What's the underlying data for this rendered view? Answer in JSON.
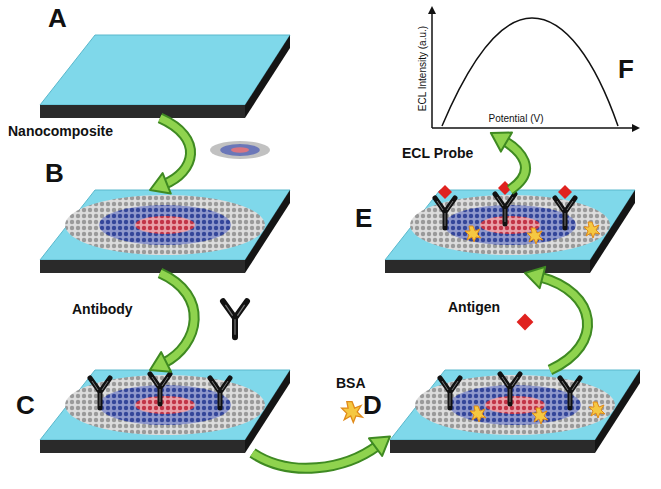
{
  "diagram": {
    "nodes": [
      {
        "text": [
          "A"
        ]
      },
      {
        "text": [
          "B"
        ]
      },
      {
        "text": [
          "C"
        ]
      },
      {
        "text": [
          "D"
        ]
      },
      {
        "text": [
          "E"
        ]
      },
      {
        "text": [
          "F"
        ]
      }
    ],
    "edges": [
      {
        "from": 0,
        "to": 1,
        "arrow": "to",
        "label": "Nanocomposite"
      },
      {
        "from": 1,
        "to": 2,
        "arrow": "to",
        "label": "Antibody"
      },
      {
        "from": 2,
        "to": 3,
        "arrow": "to",
        "label": "BSA"
      },
      {
        "from": 3,
        "to": 4,
        "arrow": "to",
        "label": "Antigen"
      },
      {
        "from": 4,
        "to": 5,
        "arrow": "to",
        "label": "ECL Probe"
      }
    ],
    "labels": [
      "ECL Intensity (a.u.)",
      "Potential (V)"
    ]
  }
}
